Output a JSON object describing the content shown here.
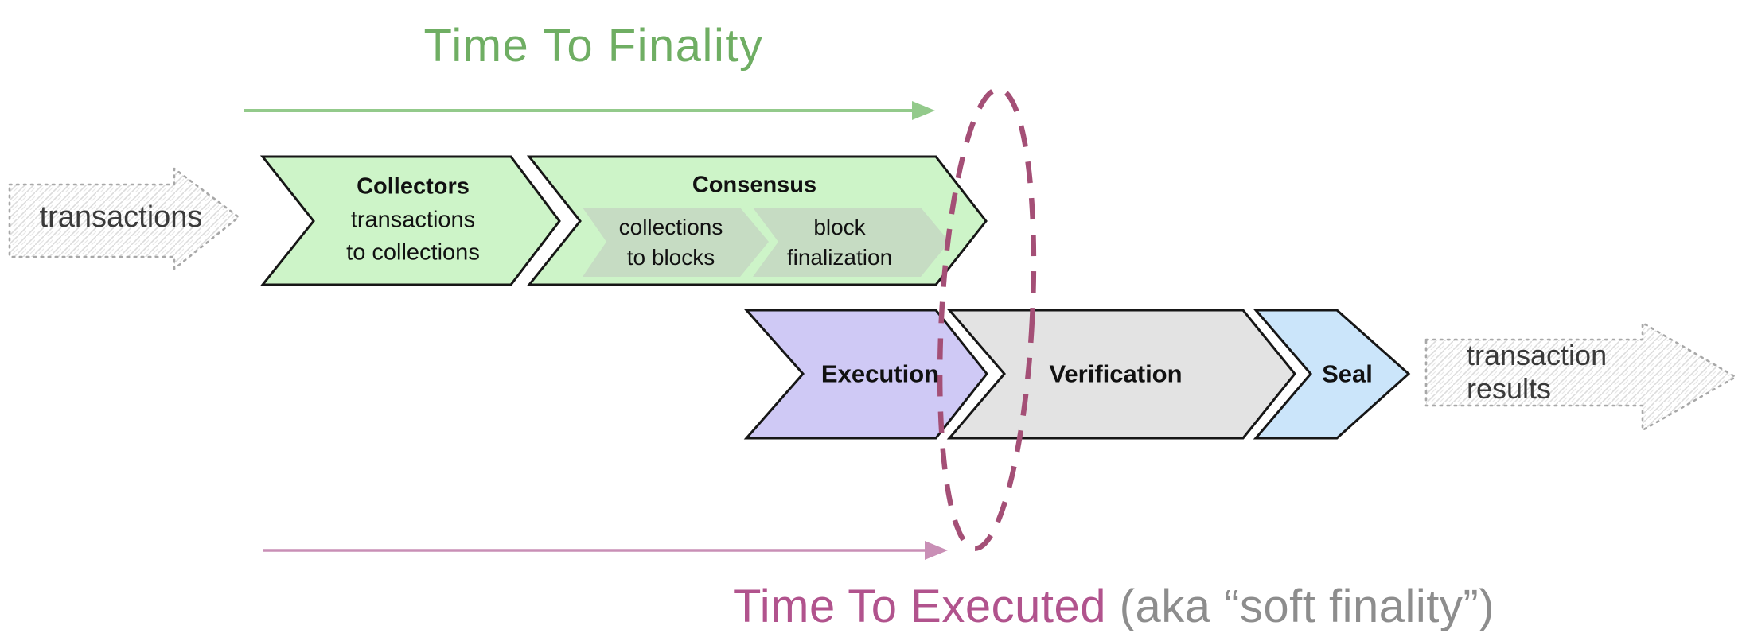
{
  "titles": {
    "time_to_finality": "Time To Finality",
    "time_to_executed": "Time To Executed",
    "time_to_executed_note": "(aka “soft finality”)"
  },
  "io_arrows": {
    "input_label": "transactions",
    "output_label_line1": "transaction",
    "output_label_line2": "results"
  },
  "stages": {
    "collectors": {
      "title": "Collectors",
      "line1": "transactions",
      "line2": "to collections"
    },
    "consensus": {
      "title": "Consensus",
      "sub1_line1": "collections",
      "sub1_line2": "to blocks",
      "sub2_line1": "block",
      "sub2_line2": "finalization"
    },
    "execution": {
      "title": "Execution"
    },
    "verification": {
      "title": "Verification"
    },
    "seal": {
      "title": "Seal"
    }
  },
  "colors": {
    "title_green": "#6fae63",
    "arrow_green": "#93ca8b",
    "stage_green": "#cdf4c8",
    "consensus_sub_green": "#c6dcc3",
    "execution_lavender": "#cfc9f5",
    "verification_gray": "#e3e3e3",
    "seal_blue": "#cbe5fa",
    "outline_black": "#161616",
    "ellipse_maroon": "#a44f76",
    "executed_maroon": "#b1538d",
    "arrow_pink": "#c98fb6",
    "caption_gray": "#8d8d8d",
    "sketch_gray": "#a8a8a8",
    "hatch_gray": "#dcdcdc",
    "label_dark": "#3a3a3a",
    "text_black": "#111111"
  }
}
